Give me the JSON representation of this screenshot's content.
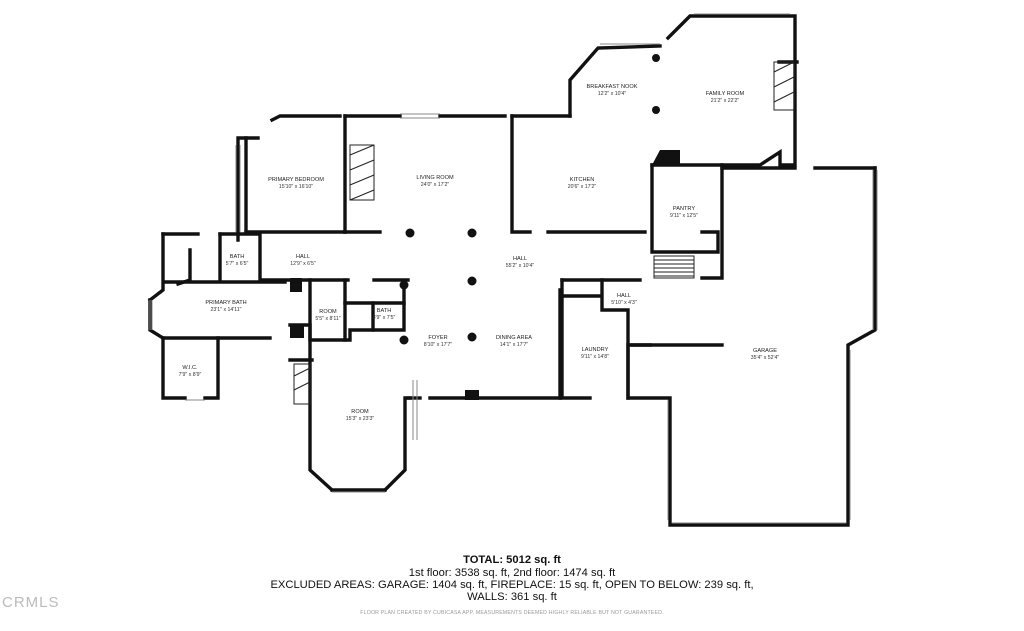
{
  "rooms": {
    "primary_bedroom": {
      "name": "PRIMARY BEDROOM",
      "dims": "15'10\" x 16'10\""
    },
    "living_room": {
      "name": "LIVING ROOM",
      "dims": "24'0\" x 17'2\""
    },
    "breakfast_nook": {
      "name": "BREAKFAST NOOK",
      "dims": "12'2\" x 10'4\""
    },
    "family_room": {
      "name": "FAMILY ROOM",
      "dims": "21'2\" x 22'2\""
    },
    "kitchen": {
      "name": "KITCHEN",
      "dims": "20'6\" x 17'2\""
    },
    "pantry": {
      "name": "PANTRY",
      "dims": "9'11\" x 12'5\""
    },
    "bath_upper": {
      "name": "BATH",
      "dims": "5'7\" x 6'5\""
    },
    "hall_west": {
      "name": "HALL",
      "dims": "12'9\" x 6'5\""
    },
    "hall_main": {
      "name": "HALL",
      "dims": "55'2\" x 10'4\""
    },
    "hall_small": {
      "name": "HALL",
      "dims": "5'10\" x 4'3\""
    },
    "primary_bath": {
      "name": "PRIMARY BATH",
      "dims": "23'1\" x 14'11\""
    },
    "room_small": {
      "name": "ROOM",
      "dims": "5'5\" x 8'11\""
    },
    "bath_center": {
      "name": "BATH",
      "dims": "8'9\" x 7'5\""
    },
    "foyer": {
      "name": "FOYER",
      "dims": "8'10\" x 17'7\""
    },
    "dining_area": {
      "name": "DINING AREA",
      "dims": "14'1\" x 17'7\""
    },
    "laundry": {
      "name": "LAUNDRY",
      "dims": "9'11\" x 14'8\""
    },
    "garage": {
      "name": "GARAGE",
      "dims": "35'4\" x 52'4\""
    },
    "wic": {
      "name": "W.I.C.",
      "dims": "7'9\" x 8'9\""
    },
    "room_large": {
      "name": "ROOM",
      "dims": "15'3\" x 23'3\""
    }
  },
  "summary": {
    "total": "TOTAL: 5012 sq. ft",
    "floors": "1st floor: 3538 sq. ft, 2nd floor: 1474 sq. ft",
    "excluded": "EXCLUDED AREAS: GARAGE: 1404 sq. ft, FIREPLACE: 15 sq. ft, OPEN TO BELOW: 239 sq. ft,",
    "walls": "WALLS: 361 sq. ft"
  },
  "disclaimer": "FLOOR PLAN CREATED BY CUBICASA APP. MEASUREMENTS DEEMED HIGHLY RELIABLE BUT NOT GUARANTEED.",
  "watermark": "CRMLS",
  "colors": {
    "wall": "#111111",
    "background": "#ffffff",
    "disclaimer": "#999999"
  }
}
